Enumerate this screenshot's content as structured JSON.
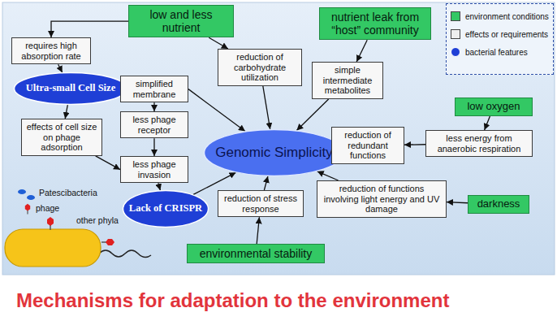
{
  "diagram": {
    "caption": "Mechanisms for adaptation to the environment",
    "nodes": [
      {
        "text": [
          "low and less nutrient"
        ]
      },
      {
        "text": [
          "nutrient leak from “host” community"
        ]
      },
      {
        "text": [
          "requires high absorption rate"
        ]
      },
      {
        "text": [
          "reduction of carbohydrate utilization"
        ]
      },
      {
        "text": [
          "simple intermediate metabolites"
        ]
      },
      {
        "text": [
          "Ultra-small Cell Size"
        ]
      },
      {
        "text": [
          "simplified membrane"
        ]
      },
      {
        "text": [
          "low oxygen"
        ]
      },
      {
        "text": [
          "less phage receptor"
        ]
      },
      {
        "text": [
          "effects of cell size on phage adsorption"
        ]
      },
      {
        "text": [
          "Genomic Simplicity"
        ]
      },
      {
        "text": [
          "reduction of redundant functions"
        ]
      },
      {
        "text": [
          "less energy from anaerobic respiration"
        ]
      },
      {
        "text": [
          "less phage invasion"
        ]
      },
      {
        "text": [
          "reduction of functions involving light energy and UV damage"
        ]
      },
      {
        "text": [
          "Lack of CRISPR"
        ]
      },
      {
        "text": [
          "reduction of stress response"
        ]
      },
      {
        "text": [
          "darkness"
        ]
      },
      {
        "text": [
          "environmental stability"
        ]
      }
    ],
    "edges": [
      {
        "from": 0,
        "to": 2,
        "arrow": "to"
      },
      {
        "from": 0,
        "to": 3,
        "arrow": "to"
      },
      {
        "from": 1,
        "to": 4,
        "arrow": "to"
      },
      {
        "from": 2,
        "to": 5,
        "arrow": "to"
      },
      {
        "from": 5,
        "to": 6,
        "arrow": "to"
      },
      {
        "from": 5,
        "to": 9,
        "arrow": "to"
      },
      {
        "from": 6,
        "to": 8,
        "arrow": "to"
      },
      {
        "from": 6,
        "to": 10,
        "arrow": "to"
      },
      {
        "from": 3,
        "to": 10,
        "arrow": "to"
      },
      {
        "from": 4,
        "to": 10,
        "arrow": "to"
      },
      {
        "from": 7,
        "to": 12,
        "arrow": "to"
      },
      {
        "from": 12,
        "to": 11,
        "arrow": "to"
      },
      {
        "from": 11,
        "to": 10,
        "arrow": "to"
      },
      {
        "from": 8,
        "to": 13,
        "arrow": "to"
      },
      {
        "from": 9,
        "to": 13,
        "arrow": "to"
      },
      {
        "from": 13,
        "to": 15,
        "arrow": "to"
      },
      {
        "from": 15,
        "to": 10,
        "arrow": "to"
      },
      {
        "from": 17,
        "to": 14,
        "arrow": "to"
      },
      {
        "from": 14,
        "to": 10,
        "arrow": "to"
      },
      {
        "from": 18,
        "to": 16,
        "arrow": "to"
      },
      {
        "from": 16,
        "to": 10,
        "arrow": "to"
      }
    ],
    "labels": [
      "Patescibacteria",
      "phage",
      "other phyla"
    ],
    "legend": [
      {
        "text": "environment conditions",
        "color": "#33c864"
      },
      {
        "text": "effects or requirements",
        "color": "#eeeeee"
      },
      {
        "text": "bacterial features",
        "color": "#1f3fd6"
      }
    ]
  }
}
